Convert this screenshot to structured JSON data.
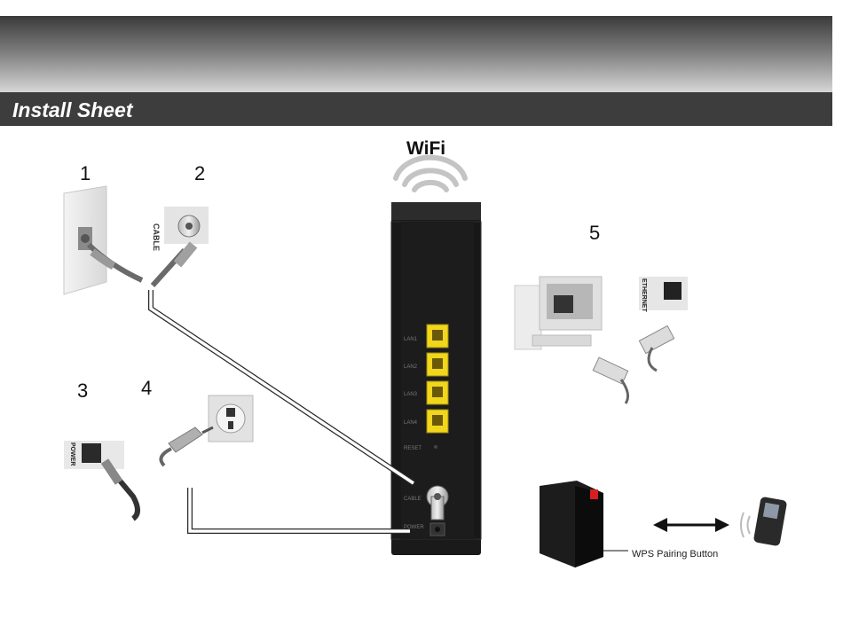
{
  "header": {
    "title": "Install Sheet"
  },
  "wifi": {
    "label": "WiFi"
  },
  "steps": {
    "s1": "1",
    "s2": "2",
    "s3": "3",
    "s4": "4",
    "s5": "5"
  },
  "labels": {
    "cable": "CABLE",
    "power": "POWER",
    "ethernet": "ETHERNET",
    "wps_button": "WPS Pairing Button",
    "ports": [
      "LAN1",
      "LAN2",
      "LAN3",
      "LAN4",
      "RESET",
      "CABLE",
      "POWER"
    ]
  },
  "colors": {
    "lan_port": "#f2d61c",
    "modem_body": "#1a1a1a",
    "header": "#3d3d3d"
  }
}
